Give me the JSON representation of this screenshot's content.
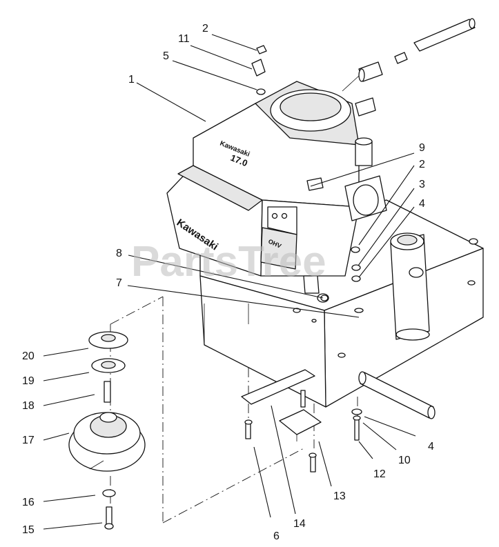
{
  "diagram": {
    "watermark": "PartsTree",
    "engine_brand_side": "Kawasaki",
    "engine_brand_top": "Kawasaki",
    "engine_model_top": "17.0",
    "ohv_label": "OHV",
    "callouts": [
      "1",
      "2",
      "11",
      "5",
      "9",
      "2",
      "3",
      "4",
      "8",
      "7",
      "20",
      "19",
      "18",
      "17",
      "16",
      "15",
      "6",
      "14",
      "13",
      "12",
      "10",
      "4"
    ]
  }
}
